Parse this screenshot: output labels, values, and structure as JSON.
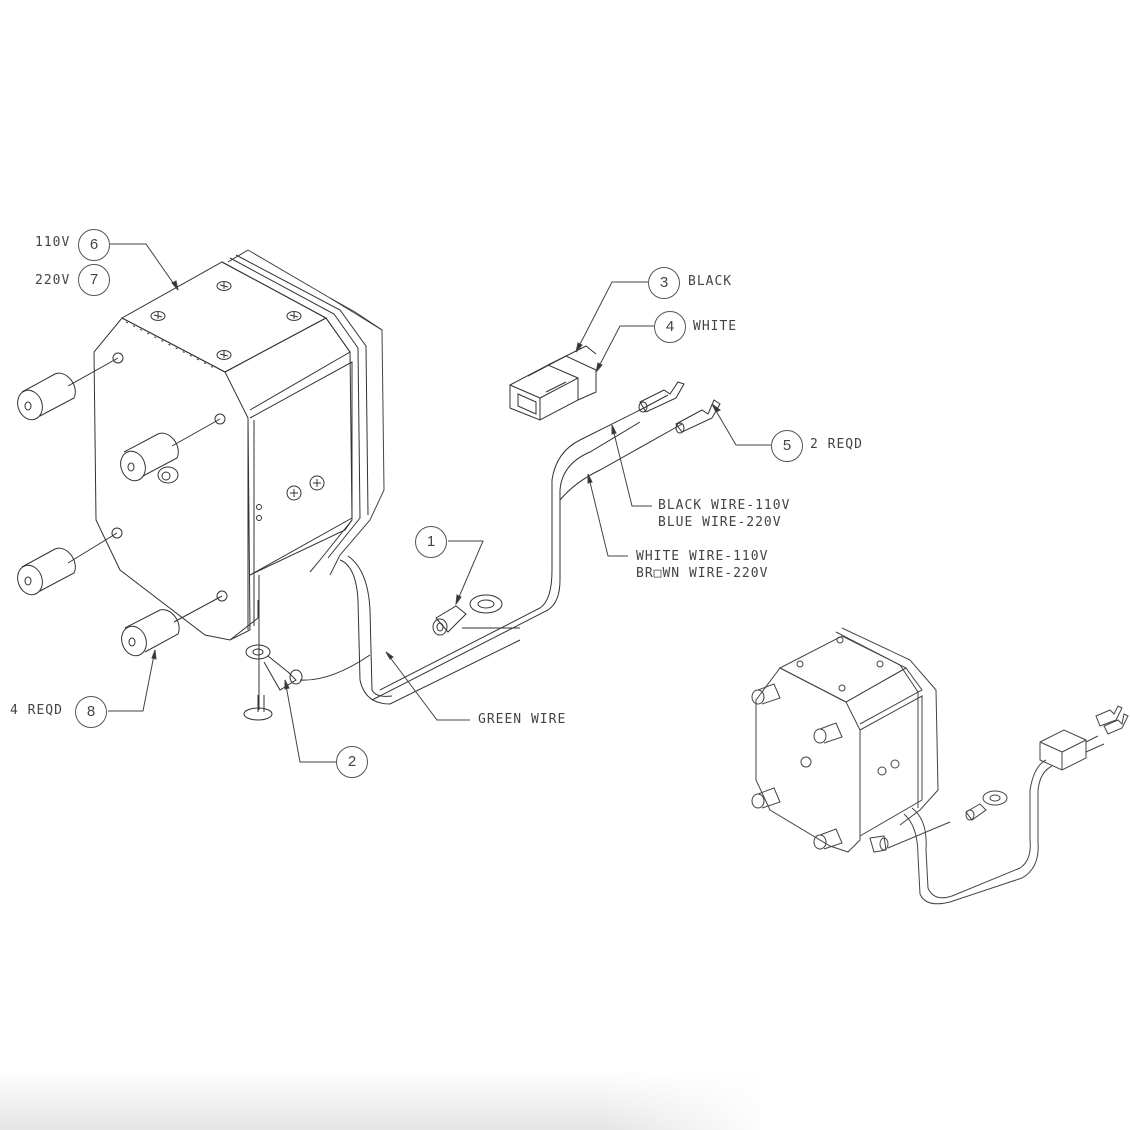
{
  "diagram": {
    "type": "exploded-view parts diagram",
    "callouts": [
      {
        "number": "6",
        "label": "110V",
        "part": "motor-housing"
      },
      {
        "number": "7",
        "label": "220V",
        "part": "motor-housing"
      },
      {
        "number": "3",
        "label": "BLACK",
        "part": "connector-housing"
      },
      {
        "number": "4",
        "label": "WHITE",
        "part": "connector-housing"
      },
      {
        "number": "5",
        "label": "2 REQD",
        "part": "spade-terminal"
      },
      {
        "number": "1",
        "label": "",
        "part": "ring-terminal"
      },
      {
        "number": "2",
        "label": "",
        "part": "ground-ring-terminal"
      },
      {
        "number": "8",
        "label": "4 REQD",
        "part": "standoff-spacer"
      }
    ],
    "wire_notes": {
      "black_wire_line1": "BLACK WIRE-110V",
      "black_wire_line2": "BLUE WIRE-220V",
      "white_wire_line1": "WHITE WIRE-110V",
      "white_wire_line2": "BR□WN WIRE-220V",
      "green_wire": "GREEN WIRE"
    },
    "views": [
      "exploded-view",
      "assembled-view"
    ]
  }
}
